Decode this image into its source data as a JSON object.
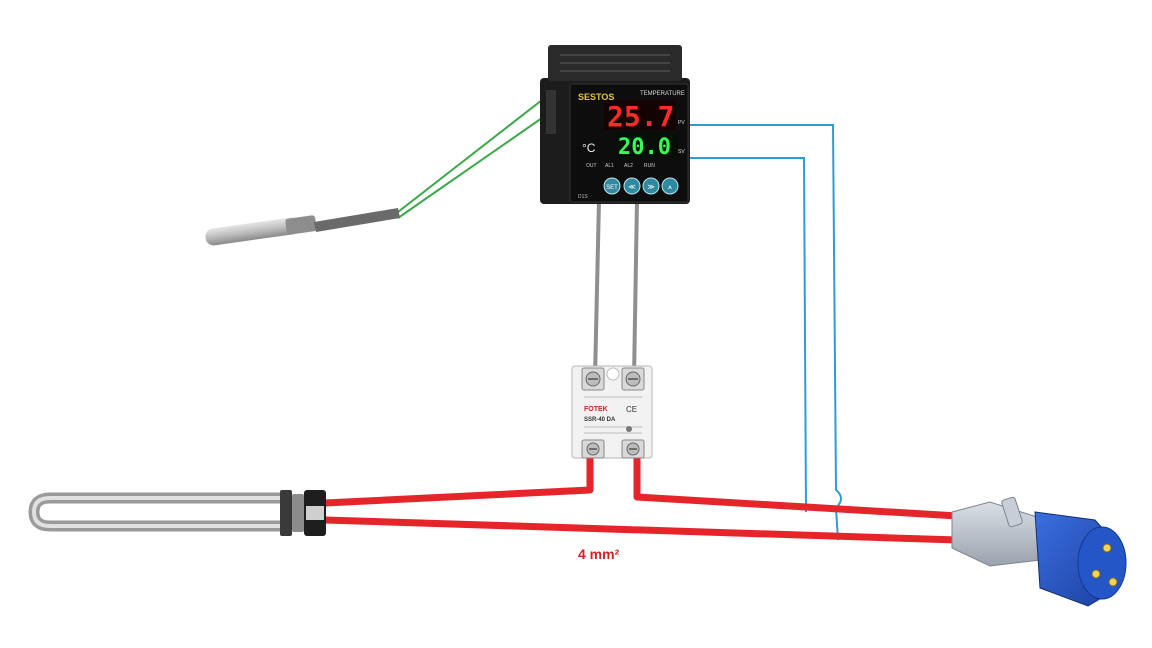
{
  "controller": {
    "brand": "SESTOS",
    "model_title": "TEMPERATURE",
    "pv_value": "25.7",
    "pv_label": "PV",
    "sv_value": "20.0",
    "sv_label": "SV",
    "unit": "°C",
    "indicators": [
      "OUT",
      "AL1",
      "AL2",
      "RUN"
    ],
    "keys": [
      "SET",
      "≪",
      "≫",
      "⩚"
    ],
    "model_code": "D1S"
  },
  "relay": {
    "brand": "FOTEK",
    "model": "SSR-40 DA",
    "ce_mark": "CE"
  },
  "wire_label": "4 mm²",
  "colors": {
    "sensor_wire": "#3aa84a",
    "control_wire": "#8f8f8f",
    "signal_wire": "#2e9bd6",
    "power_wire": "#e5252a",
    "label_text": "#d32027",
    "pv_digits": "#ff2b2b",
    "sv_digits": "#33ff55",
    "plug_body": "#1f4fc0"
  },
  "icons": {
    "sensor": "temperature-probe-icon",
    "heater": "immersion-heater-icon",
    "plug": "cee-plug-icon"
  }
}
